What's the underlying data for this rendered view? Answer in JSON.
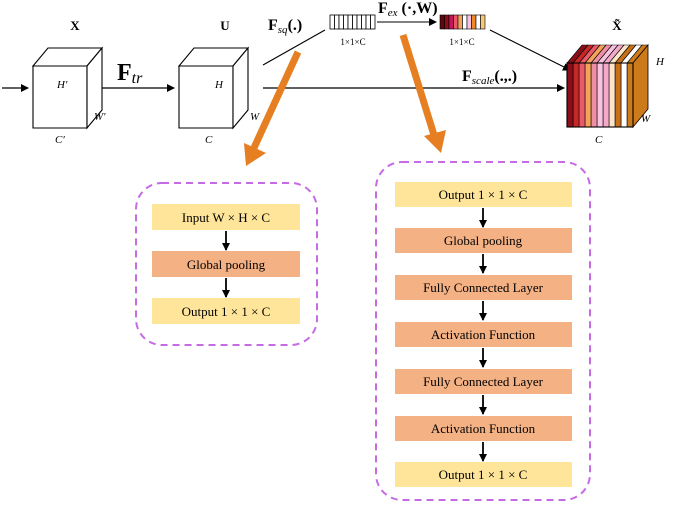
{
  "cube_x": {
    "title": "X",
    "h_label": "H′",
    "w_label": "W′",
    "c_label": "C′"
  },
  "cube_u": {
    "title": "U",
    "h_label": "H",
    "w_label": "W",
    "c_label": "C"
  },
  "cube_xt": {
    "title": "X̃",
    "h_label": "H",
    "w_label": "W",
    "c_label": "C"
  },
  "ops": {
    "f_tr_main": "F",
    "f_tr_sub": "tr",
    "f_sq_main": "F",
    "f_sq_sub": "sq",
    "f_sq_arg": "(.)",
    "f_ex_main": "F",
    "f_ex_sub": "ex",
    "f_ex_arg": "(·,W)",
    "f_scale_main": "F",
    "f_scale_sub": "scale",
    "f_scale_arg": "(.,.)"
  },
  "vectors": {
    "squeeze_label": "1×1×C",
    "excite_label": "1×1×C"
  },
  "squeeze_panel": {
    "steps": [
      "Input W × H × C",
      "Global pooling",
      "Output 1 × 1 × C"
    ]
  },
  "excitation_panel": {
    "steps": [
      "Output 1 × 1 × C",
      "Global pooling",
      "Fully Connected Layer",
      "Activation Function",
      "Fully Connected Layer",
      "Activation Function",
      "Output 1 × 1 × C"
    ]
  },
  "colors": {
    "io_box": "#ffe59a",
    "op_box": "#f4b183",
    "dashed_border": "#c66be3",
    "orange_arrow": "#e67e22",
    "excite_cells": [
      "#5a0a0a",
      "#8b0f1a",
      "#c2185b",
      "#e85a6a",
      "#f4a45a",
      "#ffffff",
      "#f7c3e0",
      "#f08a28",
      "#ffffff",
      "#f6c97a"
    ],
    "slices": [
      "#8b0f1a",
      "#c62828",
      "#e85a6a",
      "#f4a45a",
      "#ef8fa6",
      "#f7c3e0",
      "#f3aac9",
      "#fde6c8",
      "#c87019",
      "#ffffff",
      "#cc7a1a"
    ]
  }
}
